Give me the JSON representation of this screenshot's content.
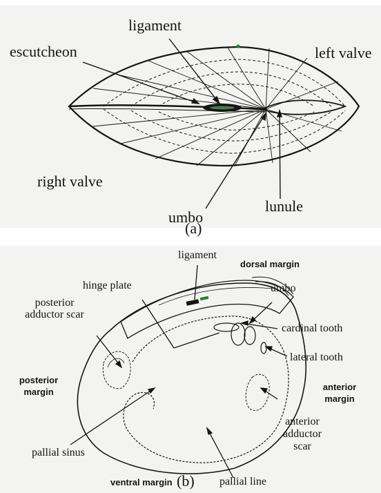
{
  "figure_a": {
    "caption": "(a)",
    "labels": {
      "ligament": "ligament",
      "escutcheon": "escutcheon",
      "left_valve": "left valve",
      "right_valve": "right valve",
      "umbo": "umbo",
      "lunule": "lunule"
    }
  },
  "figure_b": {
    "caption": "(b)",
    "labels": {
      "ligament": "ligament",
      "dorsal_margin": "dorsal margin",
      "hinge_plate": "hinge plate",
      "umbo": "umbo",
      "posterior_adductor_scar": [
        "posterior",
        "adductor scar"
      ],
      "cardinal_tooth": "cardinal tooth",
      "lateral_tooth": "lateral tooth",
      "posterior_margin": [
        "posterior",
        "margin"
      ],
      "anterior_margin": [
        "anterior",
        "margin"
      ],
      "anterior_adductor_scar": [
        "anterior",
        "adductor",
        "scar"
      ],
      "pallial_sinus": "pallial sinus",
      "ventral_margin": "ventral margin",
      "pallial_line": "pallial line"
    }
  },
  "colors": {
    "ink": "#141414",
    "background": "#f3f3f1",
    "accent_green": "#2e7d32"
  }
}
